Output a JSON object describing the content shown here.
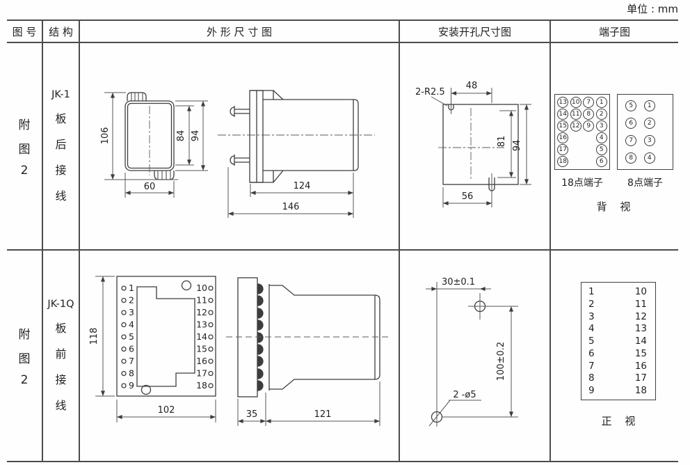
{
  "unit_label": "单位 : mm",
  "header": {
    "figure_no": "图 号",
    "structure": "结 构",
    "outline": "外 形 尺 寸 图",
    "mounting": "安装开孔尺寸图",
    "terminal": "端子图"
  },
  "rows": [
    {
      "figure_no": [
        "附",
        "图",
        "2"
      ],
      "structure": [
        "JK-1",
        "板",
        "后",
        "接",
        "线"
      ],
      "outline_dims": {
        "height_total": "106",
        "height_inner": "84",
        "height_outer": "94",
        "width_front": "60",
        "body_length": "124",
        "total_length": "146"
      },
      "mounting_dims": {
        "slot_label": "2-R2.5",
        "width_top": "48",
        "height_inner": "81",
        "height_total": "94",
        "width_bottom": "56"
      },
      "terminal18": {
        "label": "18点端子",
        "grid": [
          [
            "13",
            "10",
            "7",
            "1"
          ],
          [
            "14",
            "11",
            "8",
            "2"
          ],
          [
            "15",
            "12",
            "9",
            "3"
          ],
          [
            "16",
            "4"
          ],
          [
            "17",
            "5"
          ],
          [
            "18",
            "6"
          ]
        ]
      },
      "terminal8": {
        "label": "8点端子",
        "grid": [
          [
            "5",
            "1"
          ],
          [
            "6",
            "2"
          ],
          [
            "7",
            "3"
          ],
          [
            "8",
            "4"
          ]
        ]
      },
      "view_label": "背 视"
    },
    {
      "figure_no": [
        "附",
        "图",
        "2"
      ],
      "structure": [
        "JK-1Q",
        "板",
        "前",
        "接",
        "线"
      ],
      "outline_dims": {
        "height": "118",
        "width": "102",
        "panel_depth": "35",
        "body_length": "121"
      },
      "pins_left": [
        "1",
        "2",
        "3",
        "4",
        "5",
        "6",
        "7",
        "8",
        "9"
      ],
      "pins_right": [
        "10",
        "11",
        "12",
        "13",
        "14",
        "15",
        "16",
        "17",
        "18"
      ],
      "mounting_dims": {
        "hole_spacing_h": "30±0.1",
        "hole_spacing_v": "100±0.2",
        "hole_label": "2 -ø5"
      },
      "terminal_table": {
        "left": [
          "1",
          "2",
          "3",
          "4",
          "5",
          "6",
          "7",
          "8",
          "9"
        ],
        "right": [
          "10",
          "11",
          "12",
          "13",
          "14",
          "15",
          "16",
          "17",
          "18"
        ]
      },
      "view_label": "正 视"
    }
  ]
}
